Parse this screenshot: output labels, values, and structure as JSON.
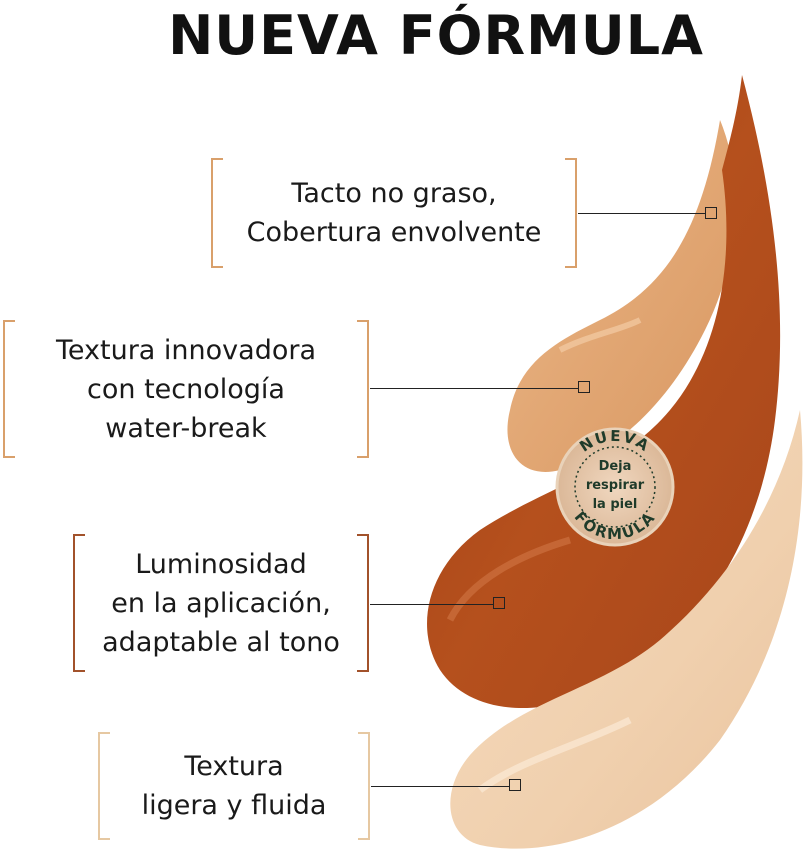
{
  "title": "NUEVA FÓRMULA",
  "colors": {
    "bracket_light": "#d9a06b",
    "bracket_dark": "#a2522b",
    "bracket_pale": "#e6c8a2",
    "swatch_light": "#e3aa78",
    "swatch_dark": "#b24c1a",
    "swatch_pale": "#f1d3b3",
    "seal_text": "#1f3b2a"
  },
  "callouts": [
    {
      "lines": [
        "Tacto no graso,",
        "Cobertura envolvente"
      ]
    },
    {
      "lines": [
        "Textura innovadora",
        "con tecnología",
        "water-break"
      ]
    },
    {
      "lines": [
        "Luminosidad",
        "en la aplicación,",
        "adaptable al tono"
      ]
    },
    {
      "lines": [
        "Textura",
        "ligera y fluida"
      ]
    }
  ],
  "seal": {
    "arc_top": "NUEVA",
    "arc_bottom": "FÓRMULA",
    "center_lines": [
      "Deja",
      "respirar",
      "la piel"
    ]
  }
}
